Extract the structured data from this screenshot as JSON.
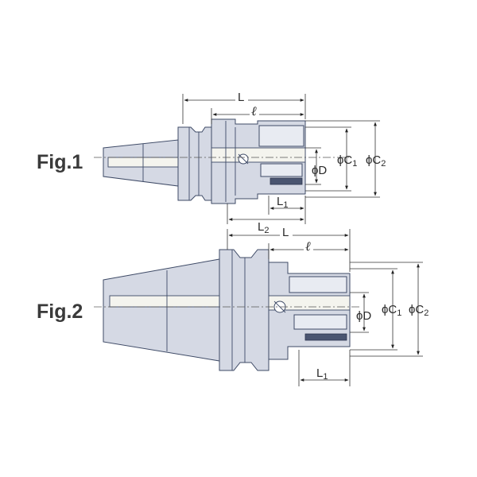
{
  "figures": [
    {
      "label": "Fig.1",
      "dims": {
        "L": "L",
        "ell": "ℓ",
        "L1_main": "L",
        "L1_sub": "1",
        "L2_main": "L",
        "L2_sub": "2",
        "phiD": "ϕD",
        "phiC1_main": "ϕC",
        "phiC1_sub": "1",
        "phiC2_main": "ϕC",
        "phiC2_sub": "2"
      }
    },
    {
      "label": "Fig.2",
      "dims": {
        "L": "L",
        "ell": "ℓ",
        "L1_main": "L",
        "L1_sub": "1",
        "phiD": "ϕD",
        "phiC1_main": "ϕC",
        "phiC1_sub": "1",
        "phiC2_main": "ϕC",
        "phiC2_sub": "2"
      }
    }
  ],
  "colors": {
    "body": "#d5d9e4",
    "outline": "#3e4a66",
    "inner": "#f4f4ee"
  }
}
